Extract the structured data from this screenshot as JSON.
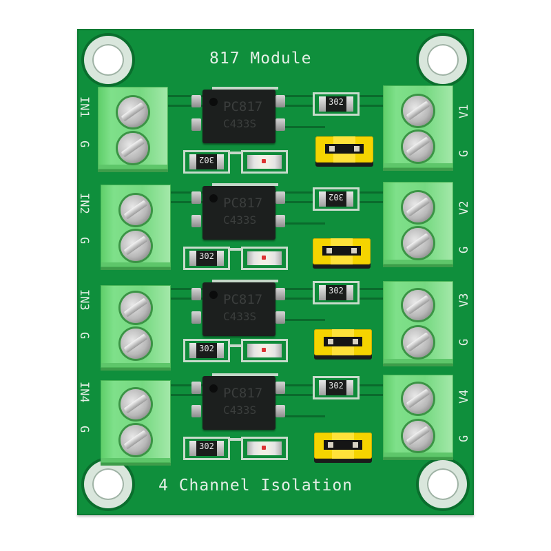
{
  "board": {
    "title": "817 Module",
    "subtitle": "4 Channel Isolation",
    "colors": {
      "pcb": "#0f8f3c",
      "silkscreen": "#e4efe6",
      "terminal": "#76d981",
      "jumper": "#f5d400",
      "ic": "#1c1f1e"
    }
  },
  "channels": [
    {
      "input_label": "IN1",
      "input_ground_label": "G",
      "output_label": "V1",
      "output_ground_label": "G",
      "optocoupler": {
        "part": "PC817",
        "code": "C433S"
      },
      "resistor_top": "302",
      "resistor_bottom": "302",
      "led": "LED",
      "jumper": "jumper"
    },
    {
      "input_label": "IN2",
      "input_ground_label": "G",
      "output_label": "V2",
      "output_ground_label": "G",
      "optocoupler": {
        "part": "PC817",
        "code": "C433S"
      },
      "resistor_top": "302",
      "resistor_bottom": "302",
      "led": "LED",
      "jumper": "jumper"
    },
    {
      "input_label": "IN3",
      "input_ground_label": "G",
      "output_label": "V3",
      "output_ground_label": "G",
      "optocoupler": {
        "part": "PC817",
        "code": "C433S"
      },
      "resistor_top": "302",
      "resistor_bottom": "302",
      "led": "LED",
      "jumper": "jumper"
    },
    {
      "input_label": "IN4",
      "input_ground_label": "G",
      "output_label": "V4",
      "output_ground_label": "G",
      "optocoupler": {
        "part": "PC817",
        "code": "C433S"
      },
      "resistor_top": "302",
      "resistor_bottom": "302",
      "led": "LED",
      "jumper": "jumper"
    }
  ]
}
